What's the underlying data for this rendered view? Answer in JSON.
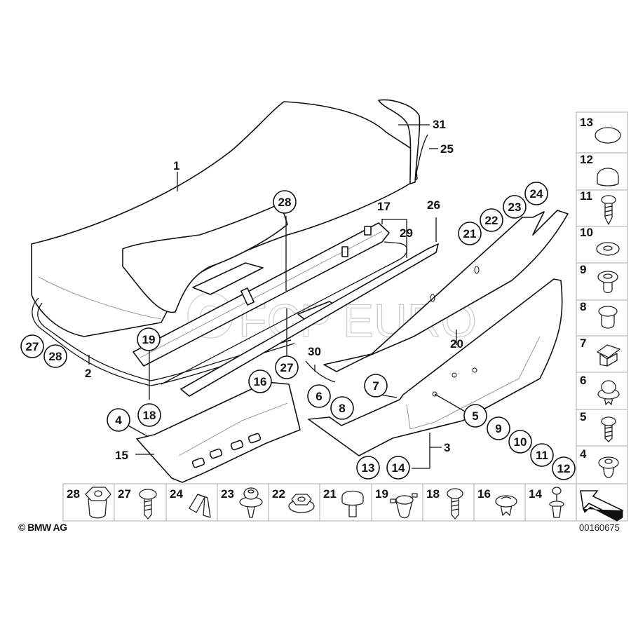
{
  "diagram": {
    "title": "BMW trunk lid / boot lid trim parts diagram",
    "copyright": "© BMW AG",
    "diagram_id": "00160675",
    "watermark": "FCP EURO"
  },
  "callouts": {
    "plain": [
      "1",
      "2",
      "3",
      "15",
      "17",
      "20",
      "25",
      "26",
      "29",
      "30",
      "31"
    ],
    "circled": [
      "28",
      "19",
      "18",
      "4",
      "16",
      "27",
      "27",
      "28",
      "21",
      "22",
      "23",
      "24",
      "7",
      "6",
      "8",
      "5",
      "9",
      "10",
      "11",
      "12",
      "13",
      "14"
    ]
  },
  "labels": {
    "p1": "1",
    "p2": "2",
    "p3": "3",
    "p15": "15",
    "p17": "17",
    "p20": "20",
    "p25": "25",
    "p26": "26",
    "p29": "29",
    "p30": "30",
    "p31": "31",
    "c28a": "28",
    "c19": "19",
    "c18": "18",
    "c4": "4",
    "c16": "16",
    "c27a": "27",
    "c27b": "27",
    "c28b": "28",
    "c21": "21",
    "c22": "22",
    "c23": "23",
    "c24": "24",
    "c7": "7",
    "c6": "6",
    "c8": "8",
    "c5": "5",
    "c9": "9",
    "c10": "10",
    "c11": "11",
    "c12": "12",
    "c13": "13",
    "c14": "14"
  },
  "side_panel": [
    {
      "num": "13",
      "icon": "cap-ring-icon"
    },
    {
      "num": "12",
      "icon": "dome-cap-icon"
    },
    {
      "num": "11",
      "icon": "tapping-screw-icon"
    },
    {
      "num": "10",
      "icon": "washer-icon"
    },
    {
      "num": "9",
      "icon": "grommet-icon"
    },
    {
      "num": "8",
      "icon": "expanding-nut-icon"
    },
    {
      "num": "7",
      "icon": "square-clip-icon"
    },
    {
      "num": "6",
      "icon": "push-rivet-icon"
    },
    {
      "num": "5",
      "icon": "collar-screw-icon"
    },
    {
      "num": "4",
      "icon": "clip-nut-icon"
    },
    {
      "num": "",
      "icon": "orientation-arrow-icon"
    }
  ],
  "bottom_panel": [
    {
      "num": "28",
      "icon": "speed-nut-icon"
    },
    {
      "num": "27",
      "icon": "collar-screw-icon"
    },
    {
      "num": "24",
      "icon": "bracket-clip-icon"
    },
    {
      "num": "23",
      "icon": "expanding-rivet-icon"
    },
    {
      "num": "22",
      "icon": "hex-nut-icon"
    },
    {
      "num": "21",
      "icon": "stud-bolt-icon"
    },
    {
      "num": "19",
      "icon": "clip-holder-icon"
    },
    {
      "num": "18",
      "icon": "tapping-screw-icon"
    },
    {
      "num": "16",
      "icon": "push-rivet-icon"
    },
    {
      "num": "14",
      "icon": "spreader-rivet-icon"
    }
  ]
}
